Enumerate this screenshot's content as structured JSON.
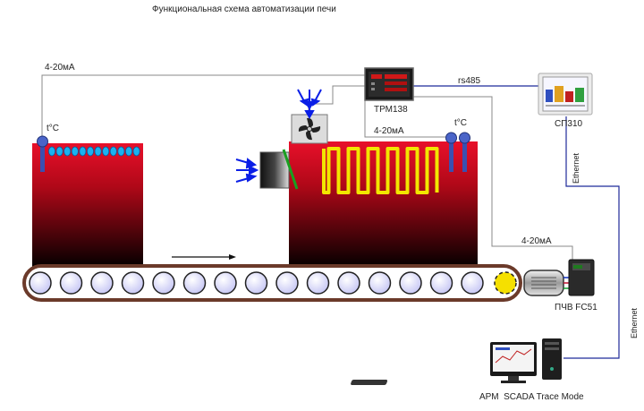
{
  "title": "Функциональная схема автоматизации печи",
  "labels": {
    "signal_left": "4-20мА",
    "signal_mid": "4-20мА",
    "signal_right": "4-20мА",
    "rs485": "rs485",
    "ethernet_panel": "Ethernet",
    "ethernet_pc": "Ethernet",
    "temp_left": "t°C",
    "temp_right": "t°C",
    "controller": "ТРМ138",
    "panel": "СП310",
    "drive": "ПЧВ FC51",
    "workstation": "АРМ  SCADA Trace Mode"
  },
  "colors": {
    "chamber_top": "#e8102a",
    "chamber_bottom": "#050000",
    "heater": "#f2e600",
    "sensor": "#4a64c8",
    "roller": "#dcdcff",
    "belt": "#6b3a2a",
    "airflow": "#0a1ee6",
    "ethernet_line": "#1e2a9a",
    "signal_line": "#888888",
    "drive_roller": "#f5e000"
  },
  "icons": {
    "controller": "controller-icon",
    "panel": "operator-panel-icon",
    "drive": "frequency-drive-icon",
    "motor": "motor-icon",
    "fan": "fan-icon",
    "damper": "damper-icon",
    "computer": "computer-icon"
  }
}
